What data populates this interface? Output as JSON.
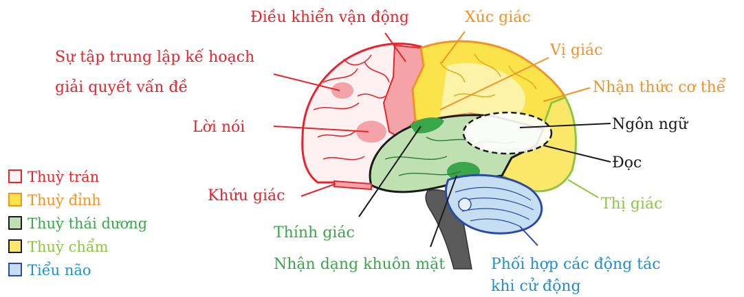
{
  "colors": {
    "frontal": "#e8232c",
    "parietal": "#f39224",
    "temporal": "#3aa64a",
    "occipital": "#8cc63f",
    "cerebellum": "#1e8fd0",
    "black": "#1a1a1a"
  },
  "legend": [
    {
      "label": "Thuỳ trán",
      "key": "frontal"
    },
    {
      "label": "Thuỳ đỉnh",
      "key": "parietal"
    },
    {
      "label": "Thuỳ thái dương",
      "key": "temporal"
    },
    {
      "label": "Thuỳ chẩm",
      "key": "occipital"
    },
    {
      "label": "Tiểu não",
      "key": "cerebellum"
    }
  ],
  "labels": {
    "motor_control": "Điều khiển vận động",
    "touch": "Xúc giác",
    "taste": "Vị giác",
    "body_awareness": "Nhận thức cơ thể",
    "planning_line1": "Sự tập trung lập kế hoạch",
    "planning_line2": "giải quyết vấn đề",
    "speech": "Lời nói",
    "language": "Ngôn ngữ",
    "reading": "Đọc",
    "smell": "Khứu giác",
    "vision": "Thị giác",
    "hearing": "Thính giác",
    "face_recognition": "Nhận dạng khuôn mặt",
    "coordination_line1": "Phối hợp các động tác",
    "coordination_line2": "khi cử động"
  }
}
